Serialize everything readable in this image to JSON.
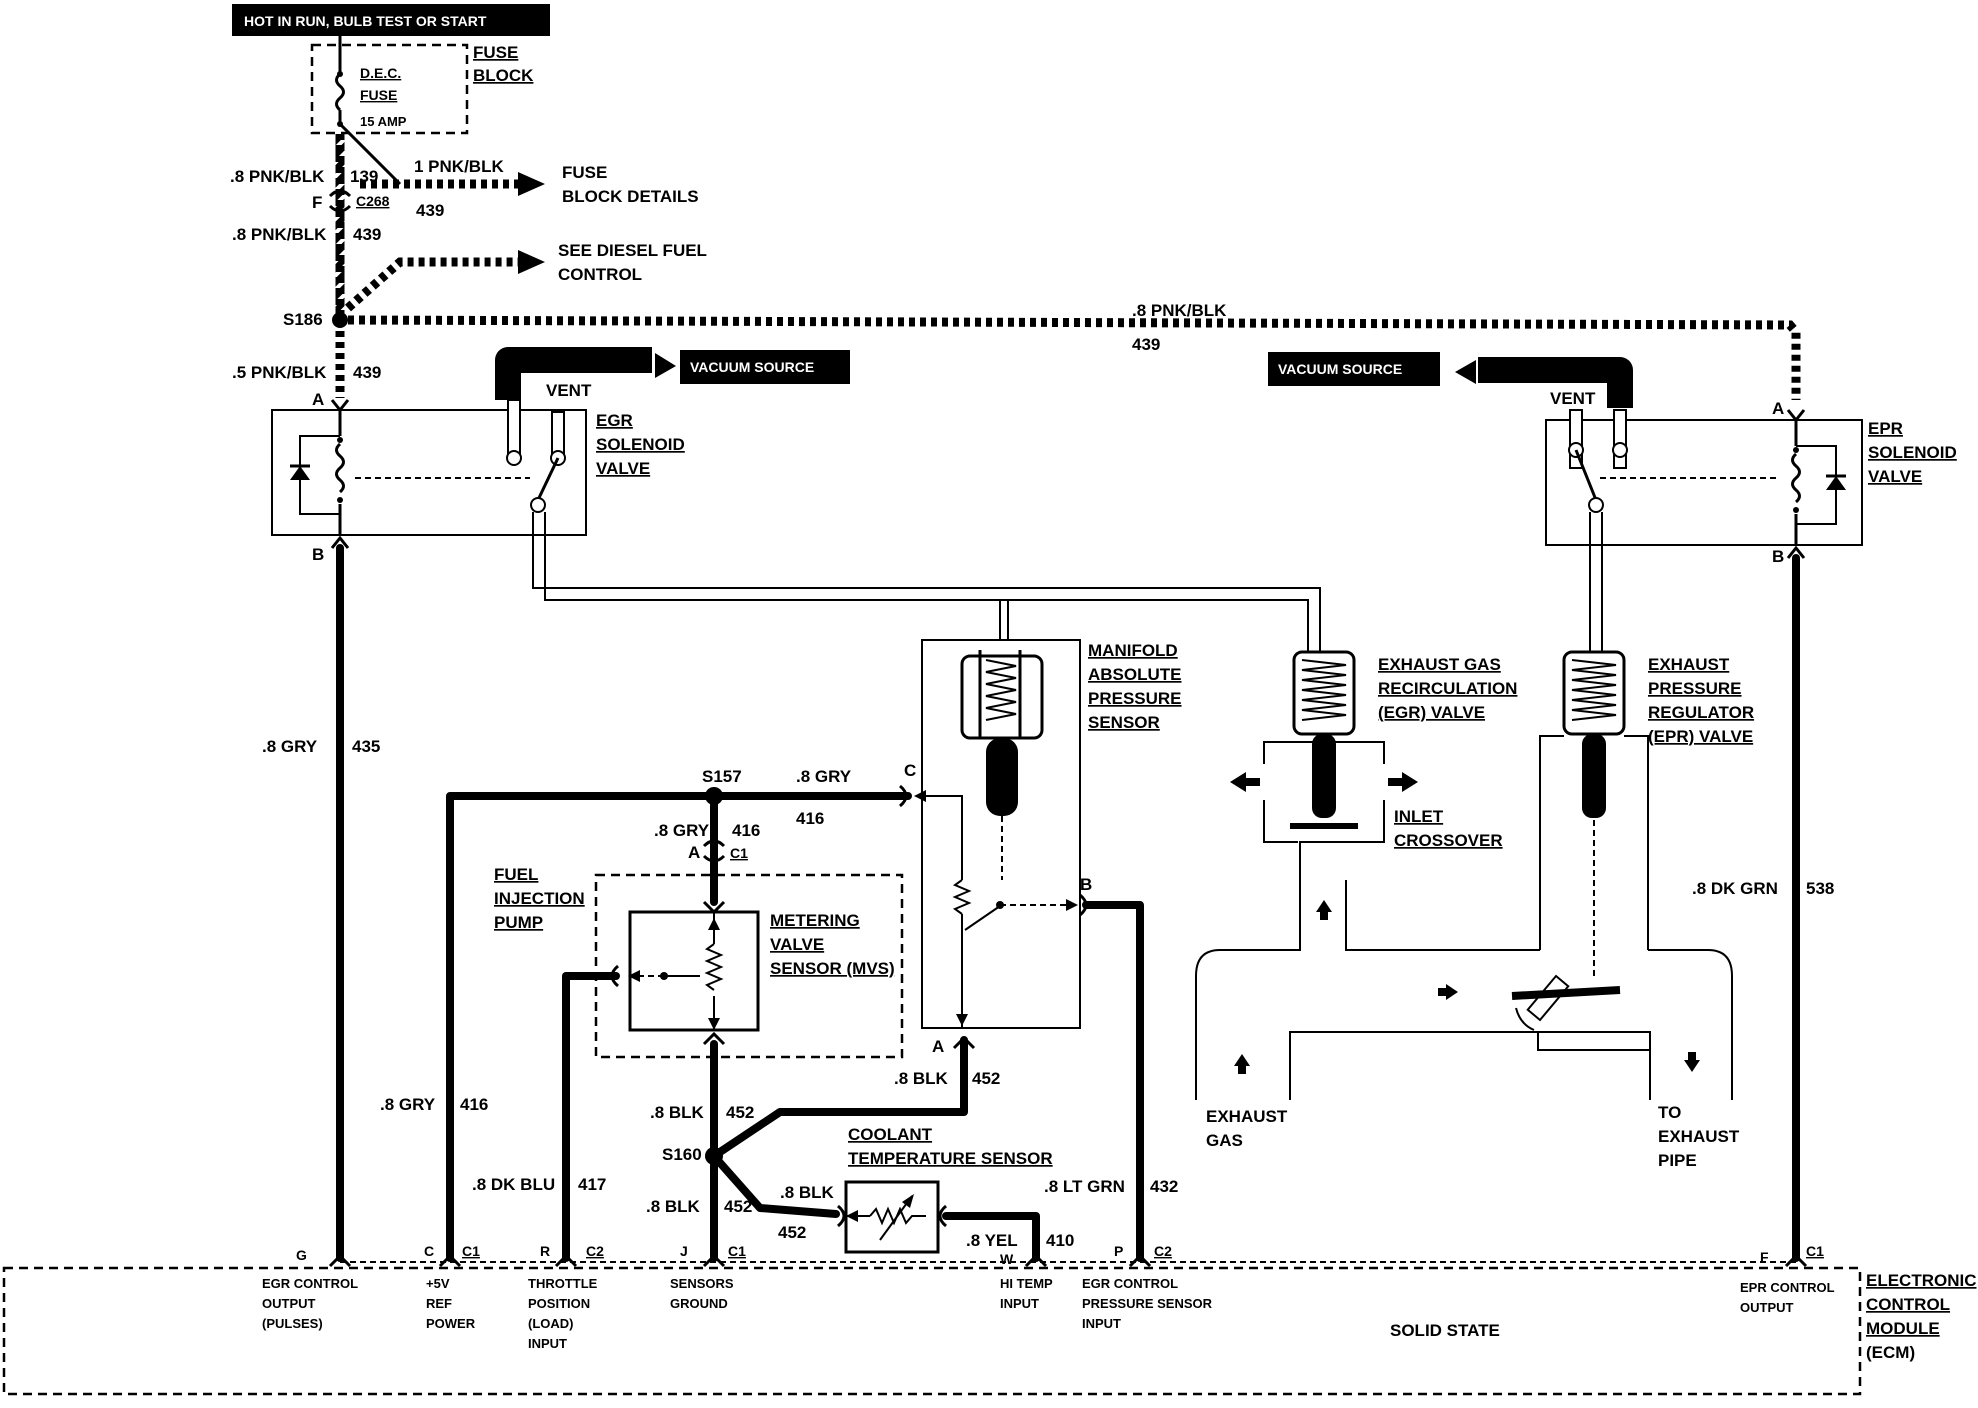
{
  "top_label": "HOT IN RUN, BULB TEST OR START",
  "fuse": {
    "name_line1": "D.E.C.",
    "name_line2": "FUSE",
    "rating": "15 AMP",
    "block_line1": "FUSE",
    "block_line2": "BLOCK"
  },
  "fuse_details": {
    "line1": "FUSE",
    "line2": "BLOCK DETAILS",
    "wire": "1 PNK/BLK"
  },
  "diesel": {
    "line1": "SEE DIESEL FUEL",
    "line2": "CONTROL"
  },
  "wires": {
    "w_pnkblk_1": ".8 PNK/BLK",
    "c139": "139",
    "connector_c268": "C268",
    "pin_f": "F",
    "c439a": "439",
    "w_pnkblk_2": ".8 PNK/BLK",
    "c439b": "439",
    "splice_s186": "S186",
    "w_pnkblk_top": ".8 PNK/BLK",
    "c439_top": "439",
    "w_pnkblk_5": ".5 PNK/BLK",
    "c439c": "439",
    "w_gry_435": ".8 GRY",
    "c435": "435",
    "splice_s157": "S157",
    "w_gry_right": ".8 GRY",
    "c416_right": "416",
    "w_gry_416": ".8 GRY",
    "c416a": "416",
    "pin_a": "A",
    "conn_c1": "C1",
    "w_gry_left": ".8 GRY",
    "c416_left": "416",
    "w_dkblu": ".8 DK BLU",
    "c417": "417",
    "w_blk_452a": ".8 BLK",
    "c452a": "452",
    "splice_s160": "S160",
    "w_blk_452b": ".8 BLK",
    "c452b": "452",
    "w_blk_452c": ".8 BLK",
    "c452c": "452",
    "w_blk_coolant": ".8 BLK",
    "c452d": "452",
    "w_yel": ".8 YEL",
    "c410": "410",
    "w_ltgrn": ".8 LT GRN",
    "c432": "432",
    "w_dkgrn": ".8 DK GRN",
    "c538": "538"
  },
  "vacuum": {
    "left": "VACUUM SOURCE",
    "right": "VACUUM SOURCE",
    "vent_left": "VENT",
    "vent_right": "VENT"
  },
  "egr_solenoid": {
    "l1": "EGR",
    "l2": "SOLENOID",
    "l3": "VALVE",
    "pin_a": "A",
    "pin_b": "B"
  },
  "epr_solenoid": {
    "l1": "EPR",
    "l2": "SOLENOID",
    "l3": "VALVE",
    "pin_a": "A",
    "pin_b": "B"
  },
  "map_sensor": {
    "l1": "MANIFOLD",
    "l2": "ABSOLUTE",
    "l3": "PRESSURE",
    "l4": "SENSOR",
    "pin_c": "C",
    "pin_b": "B",
    "pin_a": "A"
  },
  "egr_valve": {
    "l1": "EXHAUST GAS",
    "l2": "RECIRCULATION",
    "l3": "(EGR) VALVE"
  },
  "epr_valve": {
    "l1": "EXHAUST",
    "l2": "PRESSURE",
    "l3": "REGULATOR",
    "l4": "(EPR) VALVE"
  },
  "inlet": {
    "l1": "INLET",
    "l2": "CROSSOVER"
  },
  "pump": {
    "l1": "FUEL",
    "l2": "INJECTION",
    "l3": "PUMP"
  },
  "mvs": {
    "l1": "METERING",
    "l2": "VALVE",
    "l3": "SENSOR (MVS)"
  },
  "coolant": {
    "l1": "COOLANT",
    "l2": "TEMPERATURE SENSOR"
  },
  "exhaust": {
    "gas_l1": "EXHAUST",
    "gas_l2": "GAS",
    "pipe_l1": "TO",
    "pipe_l2": "EXHAUST",
    "pipe_l3": "PIPE"
  },
  "ecm": {
    "title_l1": "ELECTRONIC",
    "title_l2": "CONTROL",
    "title_l3": "MODULE",
    "title_l4": "(ECM)",
    "solid_state": "SOLID STATE",
    "pins": [
      {
        "pin": "G",
        "conn": "",
        "lines": [
          "EGR CONTROL",
          "OUTPUT",
          "(PULSES)"
        ]
      },
      {
        "pin": "C",
        "conn": "C1",
        "lines": [
          "+5V",
          "REF",
          "POWER"
        ]
      },
      {
        "pin": "R",
        "conn": "C2",
        "lines": [
          "THROTTLE",
          "POSITION",
          "(LOAD)",
          "INPUT"
        ]
      },
      {
        "pin": "J",
        "conn": "C1",
        "lines": [
          "SENSORS",
          "GROUND"
        ]
      },
      {
        "pin": "W",
        "conn": "",
        "lines": [
          "HI TEMP",
          "INPUT"
        ]
      },
      {
        "pin": "P",
        "conn": "C2",
        "lines": [
          "EGR CONTROL",
          "PRESSURE SENSOR",
          "INPUT"
        ]
      },
      {
        "pin": "F",
        "conn": "C1",
        "lines": [
          "EPR CONTROL",
          "OUTPUT"
        ]
      }
    ]
  }
}
